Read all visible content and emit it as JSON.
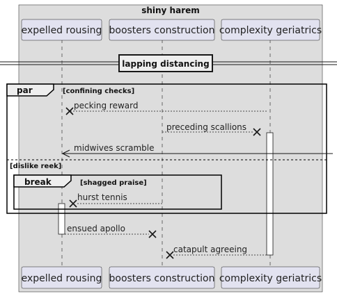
{
  "box": {
    "title": "shiny harem"
  },
  "participants": [
    {
      "id": "p1",
      "name": "expelled rousing"
    },
    {
      "id": "p2",
      "name": "boosters construction"
    },
    {
      "id": "p3",
      "name": "complexity geriatrics"
    }
  ],
  "divider": {
    "label": "lapping distancing"
  },
  "fragments": {
    "par": {
      "keyword": "par",
      "condition": "[confining checks]",
      "else_condition": "[dislike reek]"
    },
    "break": {
      "keyword": "break",
      "condition": "[shagged praise]"
    }
  },
  "messages": [
    {
      "id": "m1",
      "label": "pecking reward",
      "from": "p3",
      "to": "p1",
      "style": "dashed",
      "head": "lost"
    },
    {
      "id": "m2",
      "label": "preceding scallions",
      "from": "p2",
      "to": "p3",
      "style": "dashed",
      "head": "lost"
    },
    {
      "id": "m3",
      "label": "midwives scramble",
      "from": "right-edge",
      "to": "p1",
      "style": "solid",
      "head": "arrow"
    },
    {
      "id": "m4",
      "label": "hurst tennis",
      "from": "p2",
      "to": "p1",
      "style": "dashed",
      "head": "lost"
    },
    {
      "id": "m5",
      "label": "ensued apollo",
      "from": "p1",
      "to": "p2",
      "style": "dashed",
      "head": "lost"
    },
    {
      "id": "m6",
      "label": "catapult agreeing",
      "from": "p3",
      "to": "p2",
      "style": "dashed",
      "head": "lost"
    }
  ],
  "colors": {
    "box_fill": "#dddddd",
    "participant_fill": "#e2e2f0",
    "line": "#181818",
    "activation_fill": "#ffffff"
  }
}
